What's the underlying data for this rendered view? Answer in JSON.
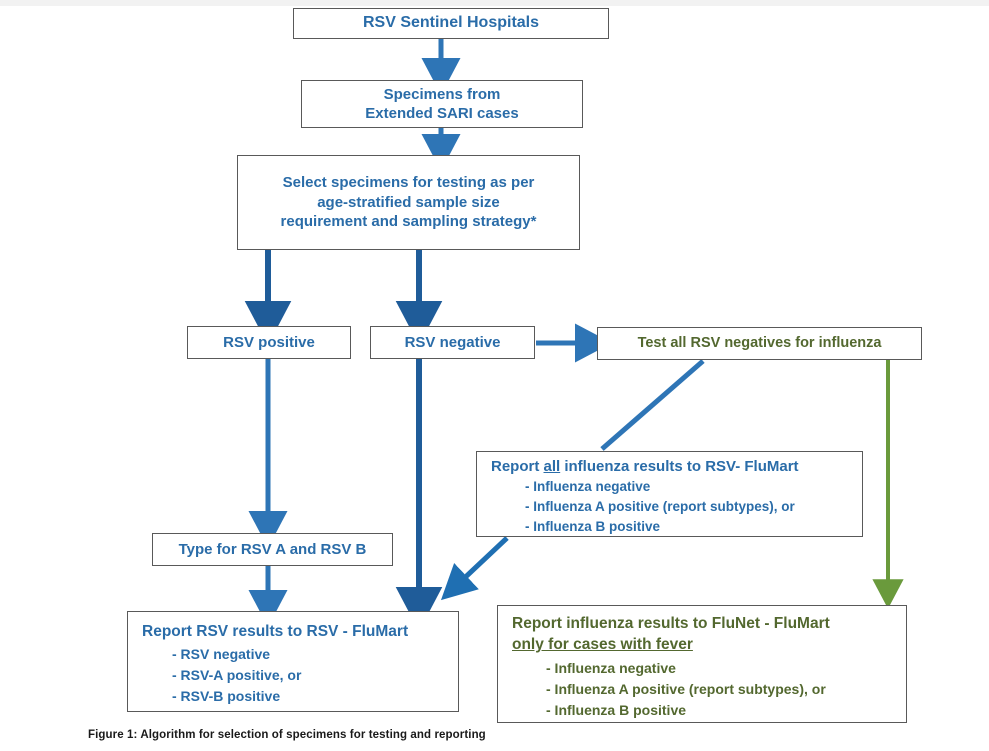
{
  "figure": {
    "caption": "Figure 1: Algorithm for selection of specimens for testing and reporting",
    "colors": {
      "blue_text": "#2a6ca8",
      "green_text": "#53682f",
      "blue_arrow": "#2e75b6",
      "blue_arrow_dark": "#1f5c99",
      "green_arrow": "#6a9a3c",
      "box_border": "#595959",
      "background": "#ffffff"
    }
  },
  "nodes": {
    "sentinel": {
      "title": "RSV Sentinel Hospitals",
      "color": "blue"
    },
    "specimens": {
      "line1": "Specimens from",
      "line2": "Extended SARI cases",
      "color": "blue"
    },
    "select": {
      "line1": "Select specimens for testing as per",
      "line2": "age-stratified sample size",
      "line3": "requirement and sampling strategy*",
      "color": "blue"
    },
    "rsv_positive": {
      "title": "RSV positive",
      "color": "blue"
    },
    "rsv_negative": {
      "title": "RSV negative",
      "color": "blue"
    },
    "test_all_negatives": {
      "title": "Test all RSV negatives for influenza",
      "color": "green"
    },
    "type_rsv": {
      "title": "Type for RSV A and RSV B",
      "color": "blue"
    },
    "report_influenza_rsvflumart": {
      "header_pre": "Report ",
      "header_underlined": "all",
      "header_post": " influenza results to RSV- FluMart",
      "bullets": [
        "- Influenza negative",
        "- Influenza A positive (report subtypes), or",
        "- Influenza B positive"
      ],
      "color": "blue"
    },
    "report_rsv_flumart": {
      "header": "Report RSV results to RSV - FluMart",
      "bullets": [
        "- RSV negative",
        "- RSV-A positive, or",
        "- RSV-B positive"
      ],
      "color": "blue"
    },
    "report_influenza_flunet": {
      "header_line1": "Report influenza results to FluNet - FluMart",
      "header_line2_underlined": "only for cases with fever",
      "bullets": [
        "- Influenza negative",
        "- Influenza A positive (report subtypes), or",
        "- Influenza B positive"
      ],
      "color": "green"
    }
  },
  "edges": [
    {
      "name": "sentinel-to-specimens",
      "from": "sentinel",
      "to": "specimens",
      "style": "vertical-arrow",
      "color": "#2e75b6"
    },
    {
      "name": "specimens-to-select",
      "from": "specimens",
      "to": "select",
      "style": "vertical-arrow",
      "color": "#2e75b6"
    },
    {
      "name": "select-to-rsv-positive",
      "from": "select",
      "to": "rsv_positive",
      "style": "vertical-arrow",
      "color": "#1f5c99"
    },
    {
      "name": "select-to-rsv-negative",
      "from": "select",
      "to": "rsv_negative",
      "style": "vertical-arrow",
      "color": "#1f5c99"
    },
    {
      "name": "rsv-negative-to-test-all",
      "from": "rsv_negative",
      "to": "test_all_negatives",
      "style": "horizontal-arrow",
      "color": "#2e75b6"
    },
    {
      "name": "rsv-positive-to-type-rsv",
      "from": "rsv_positive",
      "to": "type_rsv",
      "style": "vertical-arrow",
      "color": "#2e75b6"
    },
    {
      "name": "type-rsv-to-report-rsv",
      "from": "type_rsv",
      "to": "report_rsv_flumart",
      "style": "vertical-arrow",
      "color": "#2e75b6"
    },
    {
      "name": "rsv-negative-to-report-rsv",
      "from": "rsv_negative",
      "to": "report_rsv_flumart",
      "style": "vertical-arrow",
      "color": "#1f5c99"
    },
    {
      "name": "test-all-to-report-influenza",
      "from": "test_all_negatives",
      "to": "report_influenza_rsvflumart",
      "style": "diagonal-line",
      "color": "#2e75b6"
    },
    {
      "name": "report-influenza-to-report-rsv",
      "from": "report_influenza_rsvflumart",
      "to": "report_rsv_flumart",
      "style": "diagonal-arrow",
      "color": "#1f6fb2"
    },
    {
      "name": "test-all-to-flunet",
      "from": "test_all_negatives",
      "to": "report_influenza_flunet",
      "style": "vertical-arrow",
      "color": "#6a9a3c"
    }
  ]
}
